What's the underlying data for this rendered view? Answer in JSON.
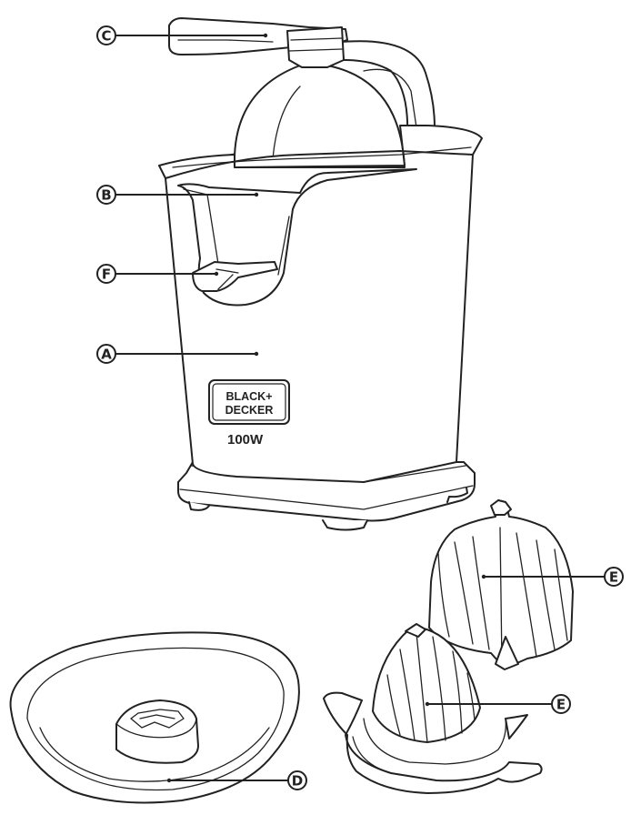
{
  "labels": {
    "a": "A",
    "b": "B",
    "c": "C",
    "d": "D",
    "e1": "E",
    "e2": "E",
    "f": "F"
  },
  "branding": {
    "logo_line1": "BLACK+",
    "logo_line2": "DECKER",
    "wattage": "100W"
  },
  "colors": {
    "line": "#222222",
    "background": "#ffffff"
  }
}
